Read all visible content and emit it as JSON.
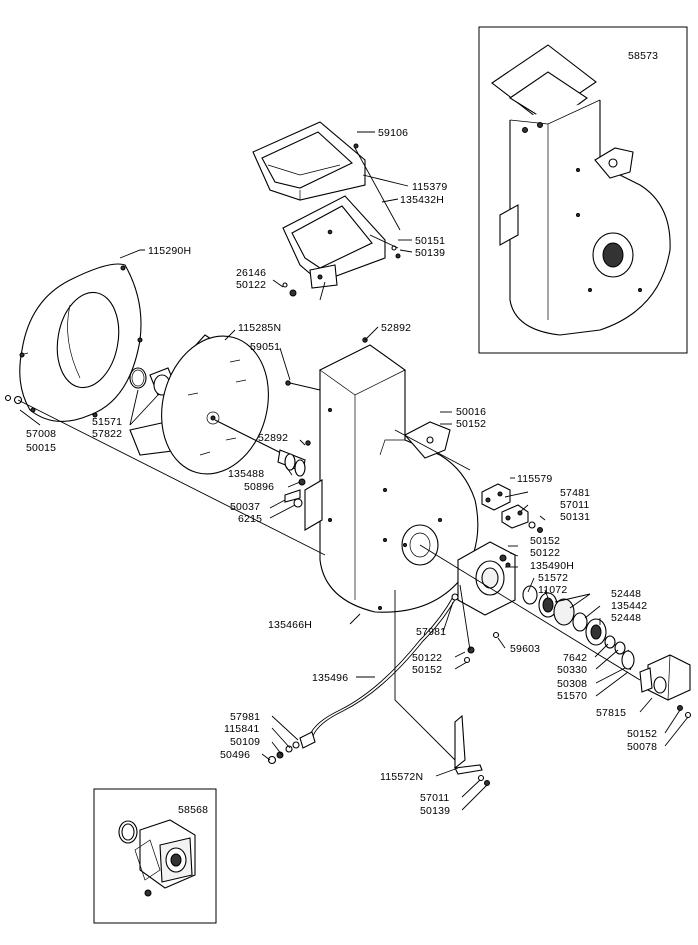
{
  "labels": {
    "inset_top": "58573",
    "inset_bottom": "58568",
    "p59106": "59106",
    "p115379": "115379",
    "p135432H": "135432H",
    "p50151": "50151",
    "p50139a": "50139",
    "p115290H": "115290H",
    "p26146": "26146",
    "p50122a": "50122",
    "p115285N": "115285N",
    "p52892a": "52892",
    "p59051": "59051",
    "p51571": "51571",
    "p57822": "57822",
    "p57008": "57008",
    "p50015": "50015",
    "p50016": "50016",
    "p50152a": "50152",
    "p52892b": "52892",
    "p135488": "135488",
    "p50896": "50896",
    "p115579": "115579",
    "p57481": "57481",
    "p57011a": "57011",
    "p50131": "50131",
    "p50037": "50037",
    "p6215": "6215",
    "p50152b": "50152",
    "p50122b": "50122",
    "p135490H": "135490H",
    "p51572": "51572",
    "p11072": "11072",
    "p52448a": "52448",
    "p135442": "135442",
    "p52448b": "52448",
    "p135466H": "135466H",
    "p57981a": "57981",
    "p59603": "59603",
    "p7642": "7642",
    "p50330": "50330",
    "p50122c": "50122",
    "p50152c": "50152",
    "p50308": "50308",
    "p51570": "51570",
    "p135496": "135496",
    "p57815": "57815",
    "p50152d": "50152",
    "p50078": "50078",
    "p57981b": "57981",
    "p115841": "115841",
    "p50109": "50109",
    "p50496": "50496",
    "p115572N": "115572N",
    "p57011b": "57011",
    "p50139b": "50139"
  }
}
